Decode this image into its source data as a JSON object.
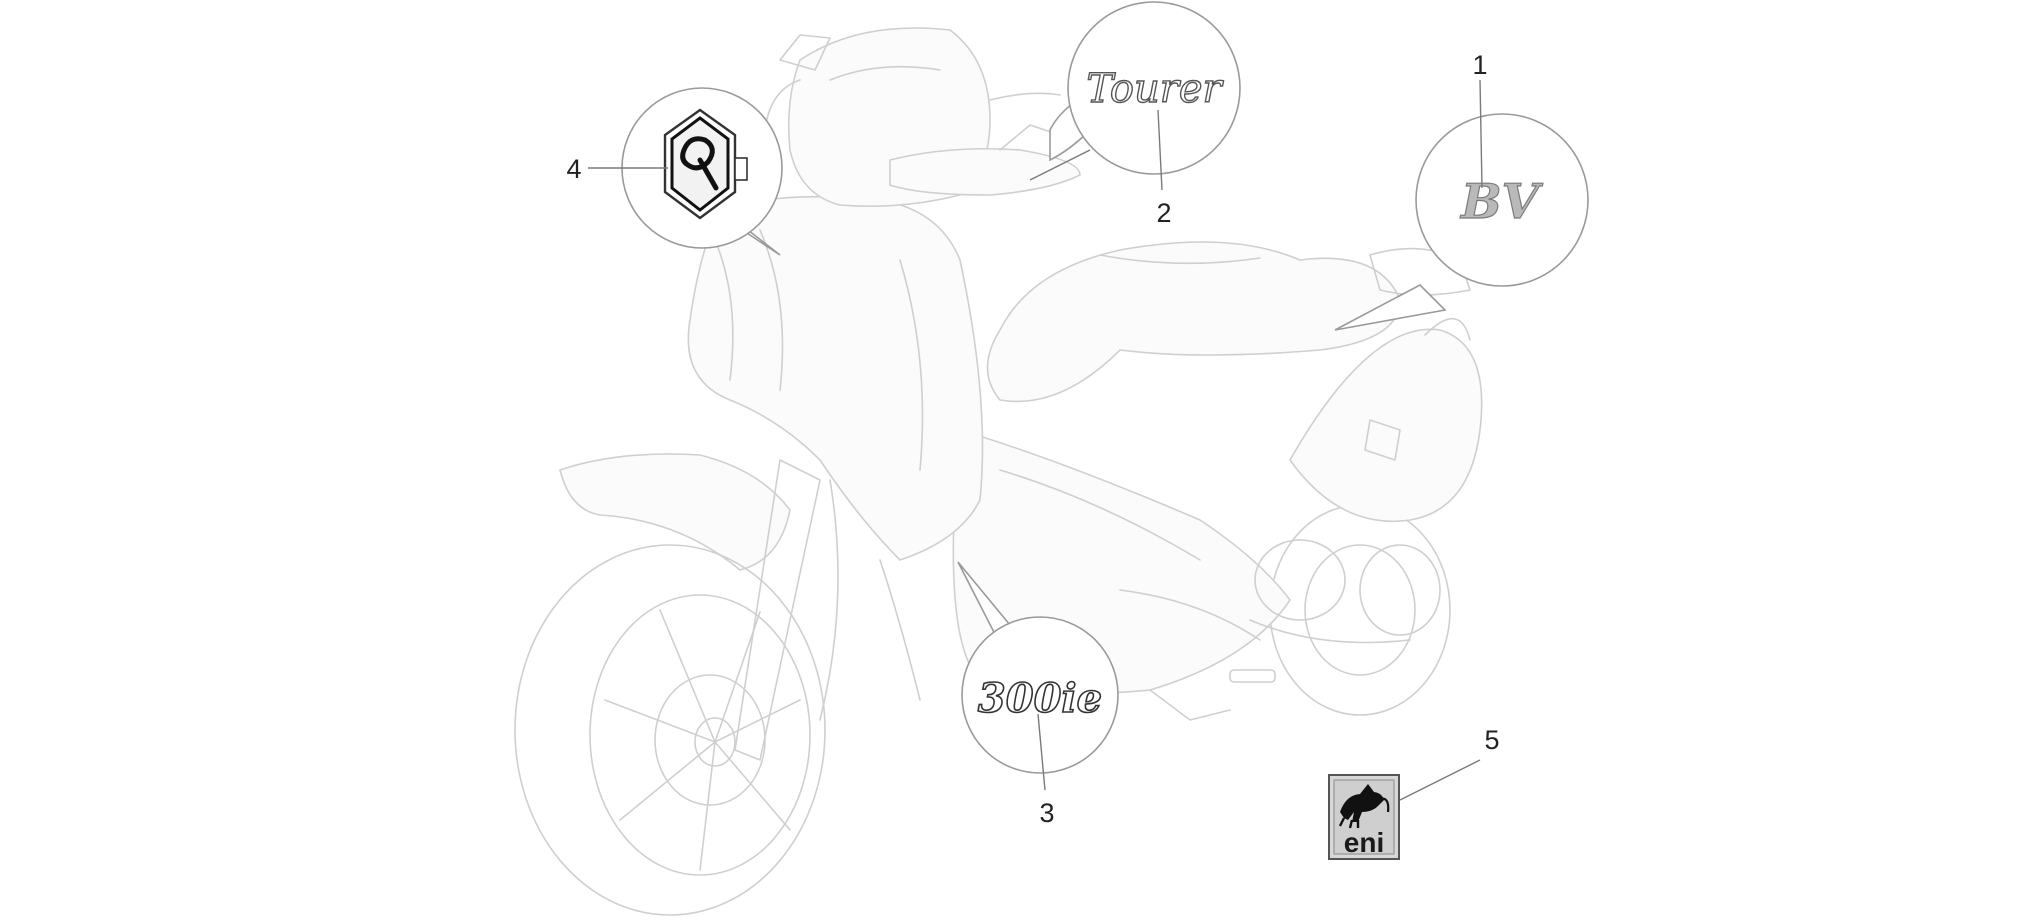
{
  "callouts": [
    {
      "number": "1",
      "part": "BV"
    },
    {
      "number": "2",
      "part": "Tourer"
    },
    {
      "number": "3",
      "part": "300ie"
    },
    {
      "number": "4",
      "part": "Piaggio shield"
    },
    {
      "number": "5",
      "part": "eni"
    }
  ],
  "logos": {
    "bv": "BV",
    "tourer": "Tourer",
    "cc": "300ie",
    "eni": "eni"
  },
  "colors": {
    "scooter_lines": "#cfcfcf",
    "callout_outline": "#9a9a9a",
    "label": "#222222",
    "eni_bg": "#d7d7d7",
    "eni_dog": "#111111"
  },
  "icons": [
    "piaggio-shield-icon",
    "eni-six-legged-dog-icon"
  ]
}
